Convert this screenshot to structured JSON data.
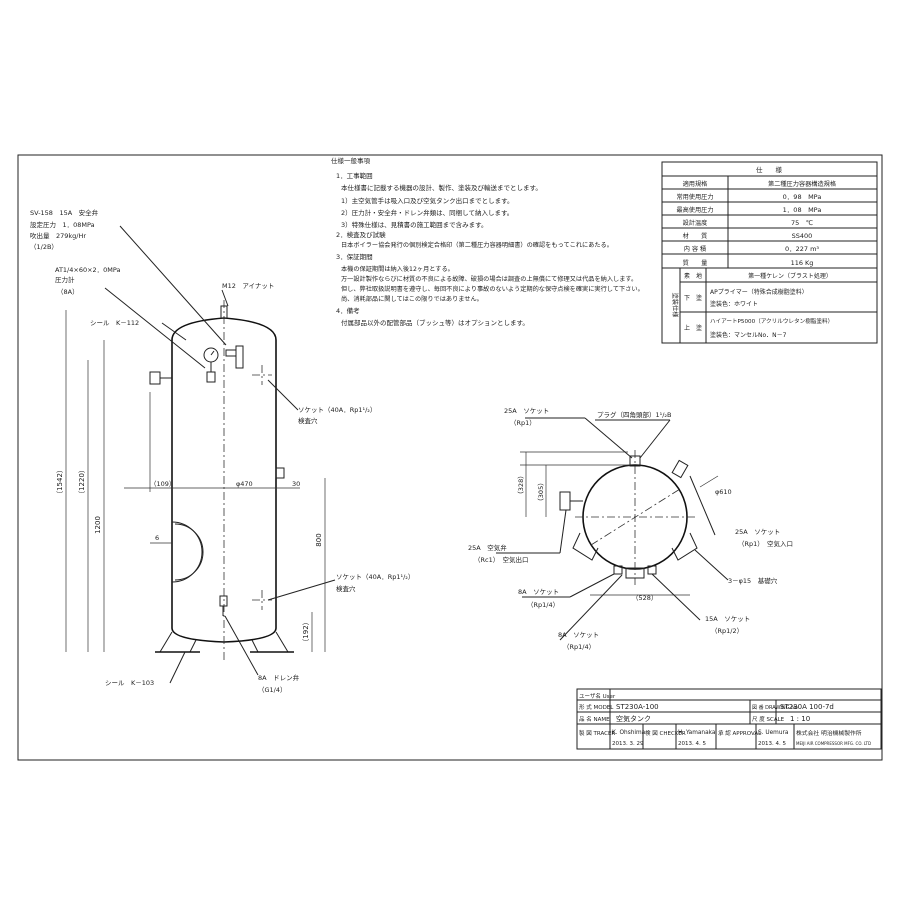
{
  "spec_notes": {
    "heading": "仕様一般事項",
    "s1_title": "1．工事範囲",
    "s1_line1": "本仕様書に記載する機器の設計、製作、塗装及び輸送までとします。",
    "s1_item1": "1）主空気管手は吸入口及び空気タンク出口までとします。",
    "s1_item2": "2）圧力計・安全弁・ドレン弁類は、同梱して納入します。",
    "s1_item3": "3）特殊仕様は、見積書の施工範囲まで含みます。",
    "s2_title": "2．検査及び試験",
    "s2_line1": "日本ボイラー協会発行の個別検定合格印（第二種圧力容器明細書）の確認をもってこれにあたる。",
    "s3_title": "3．保証期間",
    "s3_line1": "本機の保証期間は納入後12ヶ月とする。",
    "s3_line2": "万一設計製作ならびに材質の不良による故障、破損の場合は調査の上無償にて修理又は代品を納入します。",
    "s3_line3": "但し、弊社取扱説明書を遵守し、毎回不良により事故のないよう定期的な保守点検を確実に実行して下さい。",
    "s3_line4": "尚、消耗部品に関してはこの限りではありません。",
    "s4_title": "4．備考",
    "s4_line1": "付属部品以外の配管部品（ブッシュ等）はオプションとします。"
  },
  "spec_table": {
    "header": "仕　　様",
    "rows": [
      {
        "label": "適用規格",
        "value": "第二種圧力容器構造規格"
      },
      {
        "label": "常用使用圧力",
        "value": "0．98　MPa"
      },
      {
        "label": "最高使用圧力",
        "value": "1．08　MPa"
      },
      {
        "label": "設計温度",
        "value": "75　℃"
      },
      {
        "label": "材　　質",
        "value": "SS400"
      },
      {
        "label": "内 容 積",
        "value": "0．227 m³"
      },
      {
        "label": "質　　量",
        "value": "116 Kg"
      }
    ],
    "paint_label": "塗装仕様",
    "paint_rows": [
      {
        "label": "素　地",
        "line1": "第一種ケレン（ブラスト処理）",
        "line2": ""
      },
      {
        "label": "下　塗",
        "line1": "APプライマー（特殊合成樹脂塗料）",
        "line2": "塗装色：ホワイト"
      },
      {
        "label": "上　塗",
        "line1": "ハイアートP5000（アクリルウレタン樹脂塗料）",
        "line2": "塗装色：マンセルNo．N－7"
      }
    ]
  },
  "front_view": {
    "sv_label": "SV-158　15A　安全弁",
    "sv_line2": "設定圧力　1．08MPa",
    "sv_line3": "吹出量　279kg/Hr",
    "sv_line4": "（1/2B）",
    "gauge_line1": "AT1/4×60×2．0MPa",
    "gauge_line2": "圧力計",
    "gauge_line3": "（8A）",
    "m12": "M12　アイナット",
    "seal_top": "シール　K－112",
    "socket_top": "ソケット（40A．Rp1¹/₂）",
    "inspect_top": "検査穴",
    "socket_bottom": "ソケット（40A．Rp1¹/₂）",
    "inspect_bottom": "検査穴",
    "seal_bottom": "シール　K－103",
    "drain_line1": "8A　ドレン弁",
    "drain_line2": "（G1/4）",
    "dim_1542": "（1542）",
    "dim_1220": "（1220）",
    "dim_1200": "1200",
    "dim_109": "（109）",
    "dim_470": "φ470",
    "dim_30": "30",
    "dim_6": "6",
    "dim_800": "800",
    "dim_192": "（192）"
  },
  "top_view": {
    "socket_25a_top": "25A　ソケット",
    "rp1_top": "（Rp1）",
    "plug": "プラグ（四角頭部）1¹/₂B",
    "dim_328": "（328）",
    "dim_305": "（305）",
    "dim_610": "φ610",
    "socket_25a_right": "25A　ソケット",
    "rp1_right": "（Rp1）　空気入口",
    "air_out_valve": "25A　空気弁",
    "rc1": "（Rc1）　空気出口",
    "base_holes": "3－φ15　基礎穴",
    "socket_8a_left": "8A　ソケット",
    "rp14_left": "（Rp1/4）",
    "dim_528": "（528）",
    "socket_15a": "15A　ソケット",
    "rp12": "（Rp1/2）",
    "socket_8a_bottom": "8A　ソケット",
    "rp14_bottom": "（Rp1/4）"
  },
  "title_block": {
    "user_label": "ユーザ名 User",
    "user_value": "",
    "model_label": "形 式 MODEL",
    "model_value": "ST230A-100",
    "name_label": "品 名 NAME",
    "name_value": "空気タンク",
    "drawing_no_label": "図 番 DRAWING No",
    "drawing_no_value": "ST230A 100-7d",
    "scale_label": "尺 度 SCALE",
    "scale_value": "1 : 10",
    "tracer_label": "製 図 TRACER",
    "tracer_name": "K. Ohshima",
    "tracer_date": "2013. 3. 29",
    "checker_label": "検 図 CHECKER",
    "checker_name": "H. Yamanaka",
    "checker_date": "2013. 4. 5",
    "approval_label": "承 認 APPROVAL",
    "approval_name": "S. Uemura",
    "approval_date": "2013. 4. 5",
    "company_line1": "株式会社 明治機械製作所",
    "company_line2": "MEIJI AIR COMPRESSOR MFG. CO. LTD"
  }
}
